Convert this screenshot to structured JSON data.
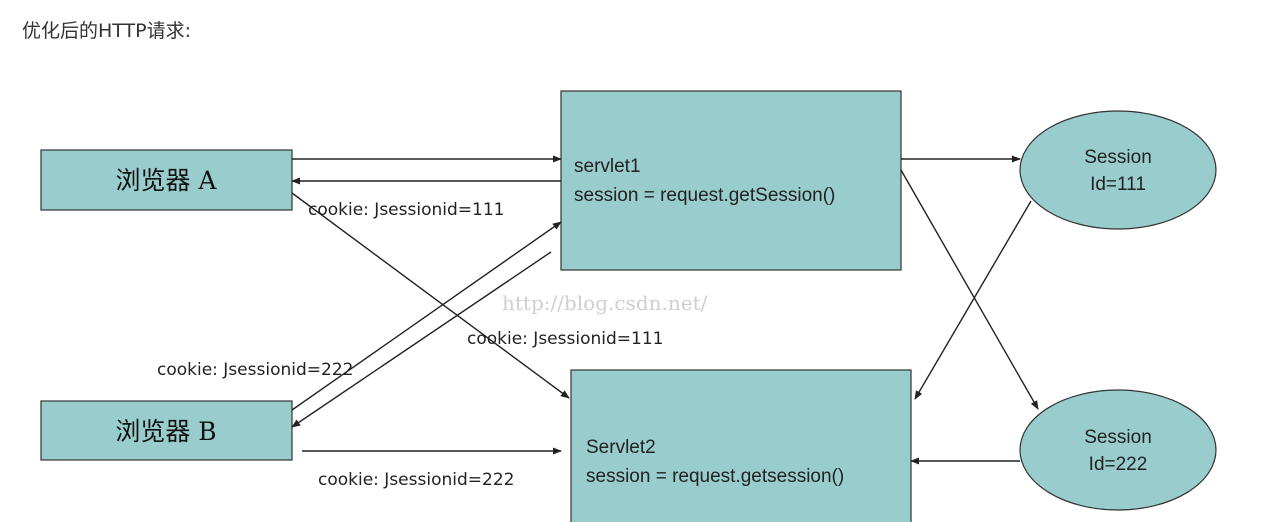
{
  "heading": "优化后的HTTP请求:",
  "nodes": {
    "browser_a": "浏览器 A",
    "browser_b": "浏览器 B",
    "servlet1": [
      "servlet1",
      "session = request.getSession()"
    ],
    "servlet2": [
      "Servlet2",
      "session = request.getsession()"
    ],
    "session1": [
      "Session",
      "Id=111"
    ],
    "session2": [
      "Session",
      "Id=222"
    ]
  },
  "edge_labels": {
    "a_cookie": "cookie:  Jsessionid=111",
    "a_to_servlet2_cookie": "cookie:  Jsessionid=111",
    "b_cookie_upper": "cookie:  Jsessionid=222",
    "b_cookie_lower": "cookie:  Jsessionid=222"
  },
  "watermark": "http://blog.csdn.net/",
  "colors": {
    "node_fill": "#99cccc",
    "stroke": "#333333"
  }
}
